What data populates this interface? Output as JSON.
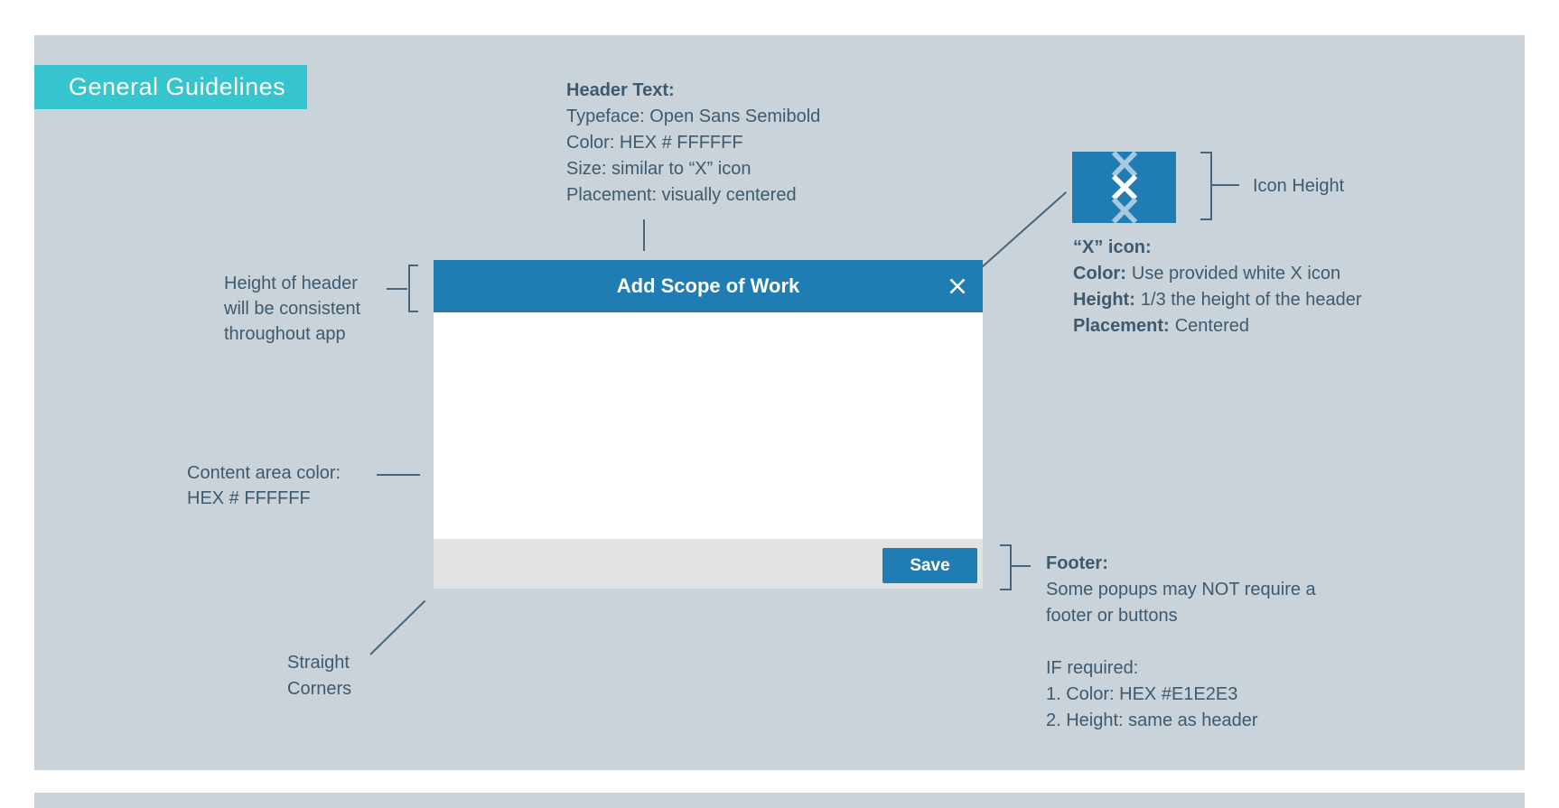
{
  "slide": {
    "section_title": "General Guidelines"
  },
  "modal": {
    "title": "Add Scope of Work",
    "save_label": "Save",
    "close_icon": "white X",
    "header_color": "#1F7DB4",
    "content_color": "#FFFFFF",
    "footer_color": "#E1E2E3"
  },
  "annotations": {
    "header_text": {
      "title": "Header Text:",
      "lines": [
        "Typeface: Open Sans Semibold",
        "Color: HEX # FFFFFF",
        "Size: similar to “X” icon",
        "Placement: visually centered"
      ]
    },
    "header_height": {
      "lines": [
        "Height of header",
        "will be consistent",
        "throughout app"
      ]
    },
    "content_area": {
      "lines": [
        "Content area color:",
        "HEX # FFFFFF"
      ]
    },
    "straight_corners": {
      "lines": [
        "Straight",
        "Corners"
      ]
    },
    "icon_height_label": "Icon Height",
    "x_icon": {
      "title": "“X” icon:",
      "items": [
        {
          "label": "Color:",
          "value": "Use provided white X icon"
        },
        {
          "label": "Height:",
          "value": "1/3 the height of the header"
        },
        {
          "label": "Placement:",
          "value": "Centered"
        }
      ]
    },
    "footer": {
      "title": "Footer:",
      "lines": [
        "Some popups may NOT require a",
        "footer or buttons"
      ],
      "extra": [
        "IF required:",
        "1. Color: HEX #E1E2E3",
        "2. Height: same as header"
      ]
    }
  },
  "colors": {
    "panel": "#C9D3D9",
    "accent_teal": "#36C4CE",
    "primary_blue": "#1F7DB4",
    "footer_gray": "#E1E2E3",
    "annotation_text": "#3D5A70",
    "annotation_line": "#4A6579",
    "faded_x": "#A9C8DF",
    "white": "#FFFFFF"
  }
}
